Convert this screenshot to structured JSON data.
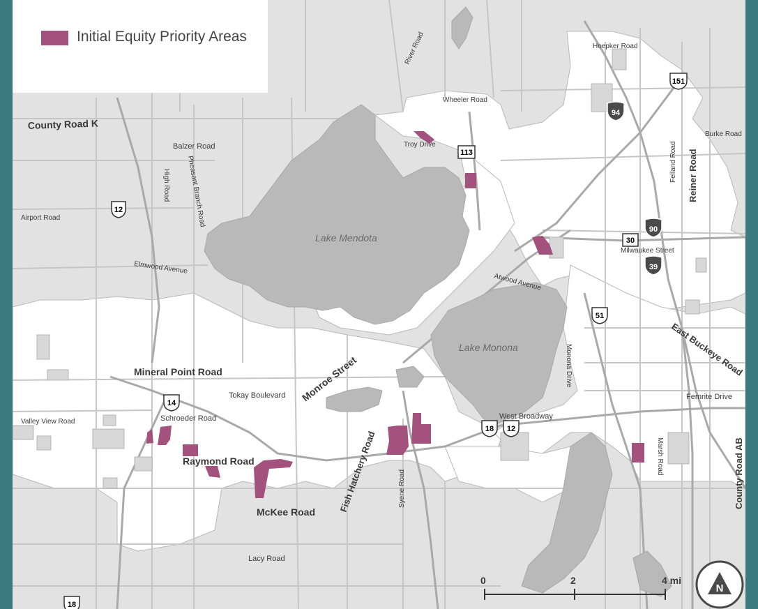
{
  "legend": {
    "label": "Initial Equity Priority Areas",
    "color": "#a3527d"
  },
  "colors": {
    "background": "#3b7b80",
    "land": "#e2e2e2",
    "city": "#ffffff",
    "water": "#b9b9b9",
    "road": "#c9c9c9",
    "priority": "#a3527d"
  },
  "lakes": {
    "mendota": "Lake Mendota",
    "monona": "Lake Monona"
  },
  "roads": {
    "county_road_k": "County Road K",
    "balzer_road": "Balzer Road",
    "high_road": "High Road",
    "pheasant_branch_road": "Pheasant Branch Road",
    "airport_road": "Airport Road",
    "elmwood_avenue": "Elmwood Avenue",
    "mineral_point_road": "Mineral Point Road",
    "tokay_boulevard": "Tokay Boulevard",
    "monroe_street": "Monroe Street",
    "schroeder_road": "Schroeder Road",
    "valley_view_road": "Valley View Road",
    "raymond_road": "Raymond Road",
    "mckee_road": "McKee Road",
    "lacy_road": "Lacy Road",
    "fish_hatchery_road": "Fish Hatchery Road",
    "syene_road": "Syene Road",
    "west_broadway": "West Broadway",
    "river_road": "River Road",
    "troy_drive": "Troy Drive",
    "wheeler_road": "Wheeler Road",
    "hoepker_road": "Hoepker Road",
    "burke_road": "Burke Road",
    "felland_road": "Felland Road",
    "reiner_road": "Reiner Road",
    "milwaukee_street": "Milwaukee Street",
    "atwood_avenue": "Atwood Avenue",
    "east_buckeye_road": "East Buckeye Road",
    "monona_drive": "Monona Drive",
    "femrite_drive": "Femrite Drive",
    "marsh_road": "Marsh Road",
    "county_road_ab": "County Road AB"
  },
  "shields": {
    "us12_west": "12",
    "us14": "14",
    "us18_sw": "18",
    "us18": "18",
    "us12": "12",
    "us51_north": "151",
    "us51": "51",
    "wi113": "113",
    "wi30": "30",
    "i94": "94",
    "i90": "90",
    "i39": "39"
  },
  "scale_bar": {
    "tick_0": "0",
    "tick_2": "2",
    "tick_4": "4 mi"
  },
  "north_arrow": {
    "label": "N",
    "icon": "north-arrow-icon"
  }
}
